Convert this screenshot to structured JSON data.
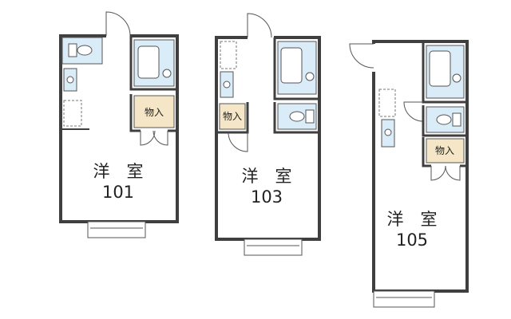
{
  "units": [
    {
      "room_label": "洋　室",
      "unit_number": "101",
      "storage_label": "物入"
    },
    {
      "room_label": "洋　室",
      "unit_number": "103",
      "storage_label": "物入"
    },
    {
      "room_label": "洋　室",
      "unit_number": "105",
      "storage_label": "物入"
    }
  ],
  "colors": {
    "fixture_fill": "#d9ecf7",
    "storage_fill": "#f4e6c6",
    "wall": "#3f3f3f"
  }
}
